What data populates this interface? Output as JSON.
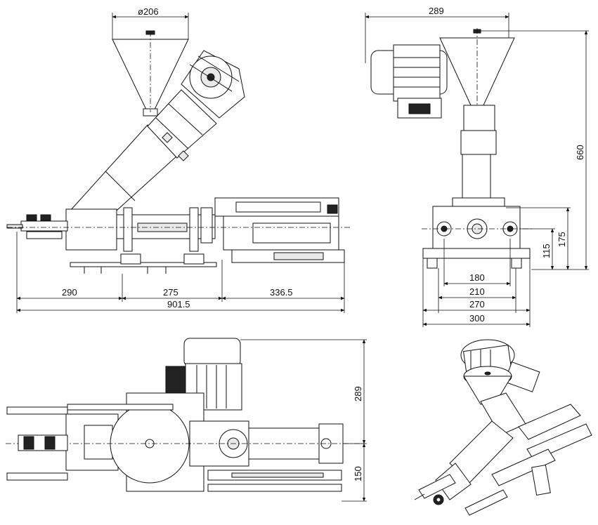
{
  "views": {
    "side": {
      "hopper_diameter": "ø206",
      "dimensions": [
        "290",
        "275",
        "336.5",
        "901.5"
      ]
    },
    "front": {
      "dimensions": [
        "289",
        "660",
        "175",
        "115",
        "180",
        "210",
        "270",
        "300"
      ]
    },
    "top": {
      "dimensions": [
        "289",
        "150"
      ]
    }
  }
}
